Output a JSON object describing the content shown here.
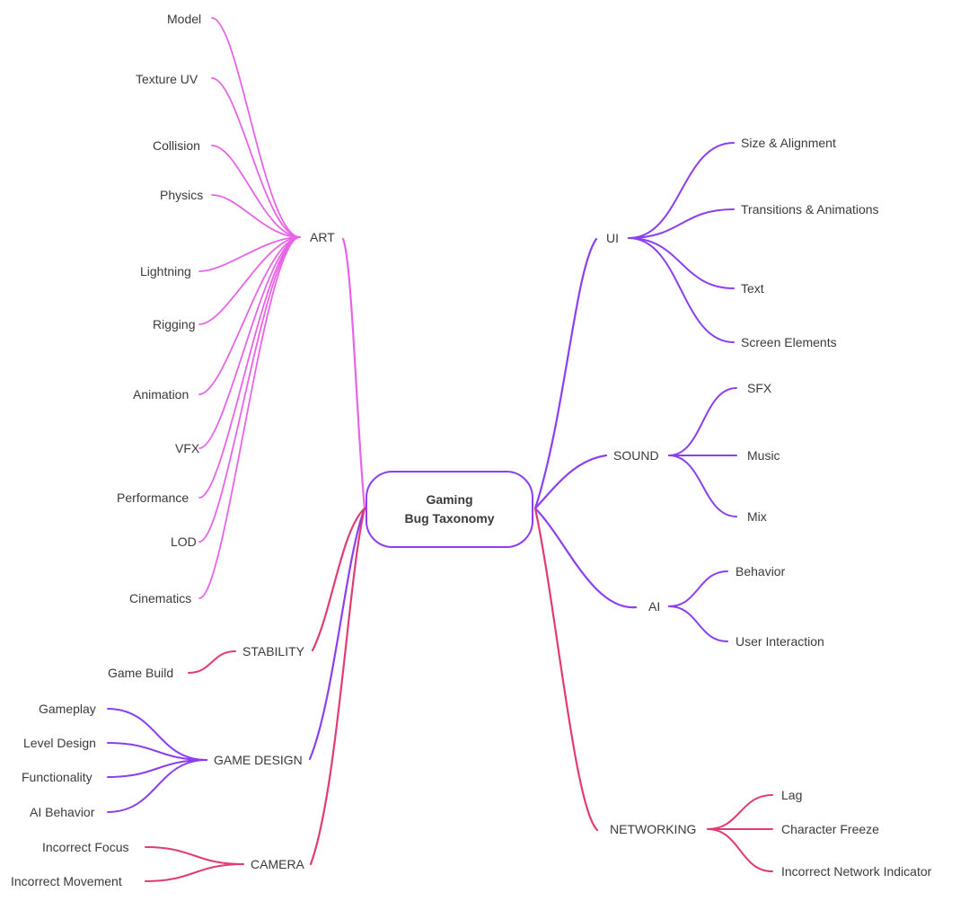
{
  "root": {
    "line1": "Gaming",
    "line2": "Bug Taxonomy"
  },
  "colors": {
    "art": "#e864e6",
    "violet": "#8a3ff0",
    "crimson": "#e03b74",
    "text": "#3a3a3a"
  },
  "branches": {
    "art": {
      "label": "ART",
      "children": [
        "Model",
        "Texture UV",
        "Collision",
        "Physics",
        "Lightning",
        "Rigging",
        "Animation",
        "VFX",
        "Performance",
        "LOD",
        "Cinematics"
      ]
    },
    "stability": {
      "label": "STABILITY",
      "children": [
        "Game Build"
      ]
    },
    "game_design": {
      "label": "GAME DESIGN",
      "children": [
        "Gameplay",
        "Level Design",
        "Functionality",
        "AI Behavior"
      ]
    },
    "camera": {
      "label": "CAMERA",
      "children": [
        "Incorrect Focus",
        "Incorrect Movement"
      ]
    },
    "ui": {
      "label": "UI",
      "children": [
        "Size & Alignment",
        "Transitions & Animations",
        "Text",
        "Screen Elements"
      ]
    },
    "sound": {
      "label": "SOUND",
      "children": [
        "SFX",
        "Music",
        "Mix"
      ]
    },
    "ai": {
      "label": "AI",
      "children": [
        "Behavior",
        "User Interaction"
      ]
    },
    "networking": {
      "label": "NETWORKING",
      "children": [
        "Lag",
        "Character Freeze",
        "Incorrect Network Indicator"
      ]
    }
  }
}
